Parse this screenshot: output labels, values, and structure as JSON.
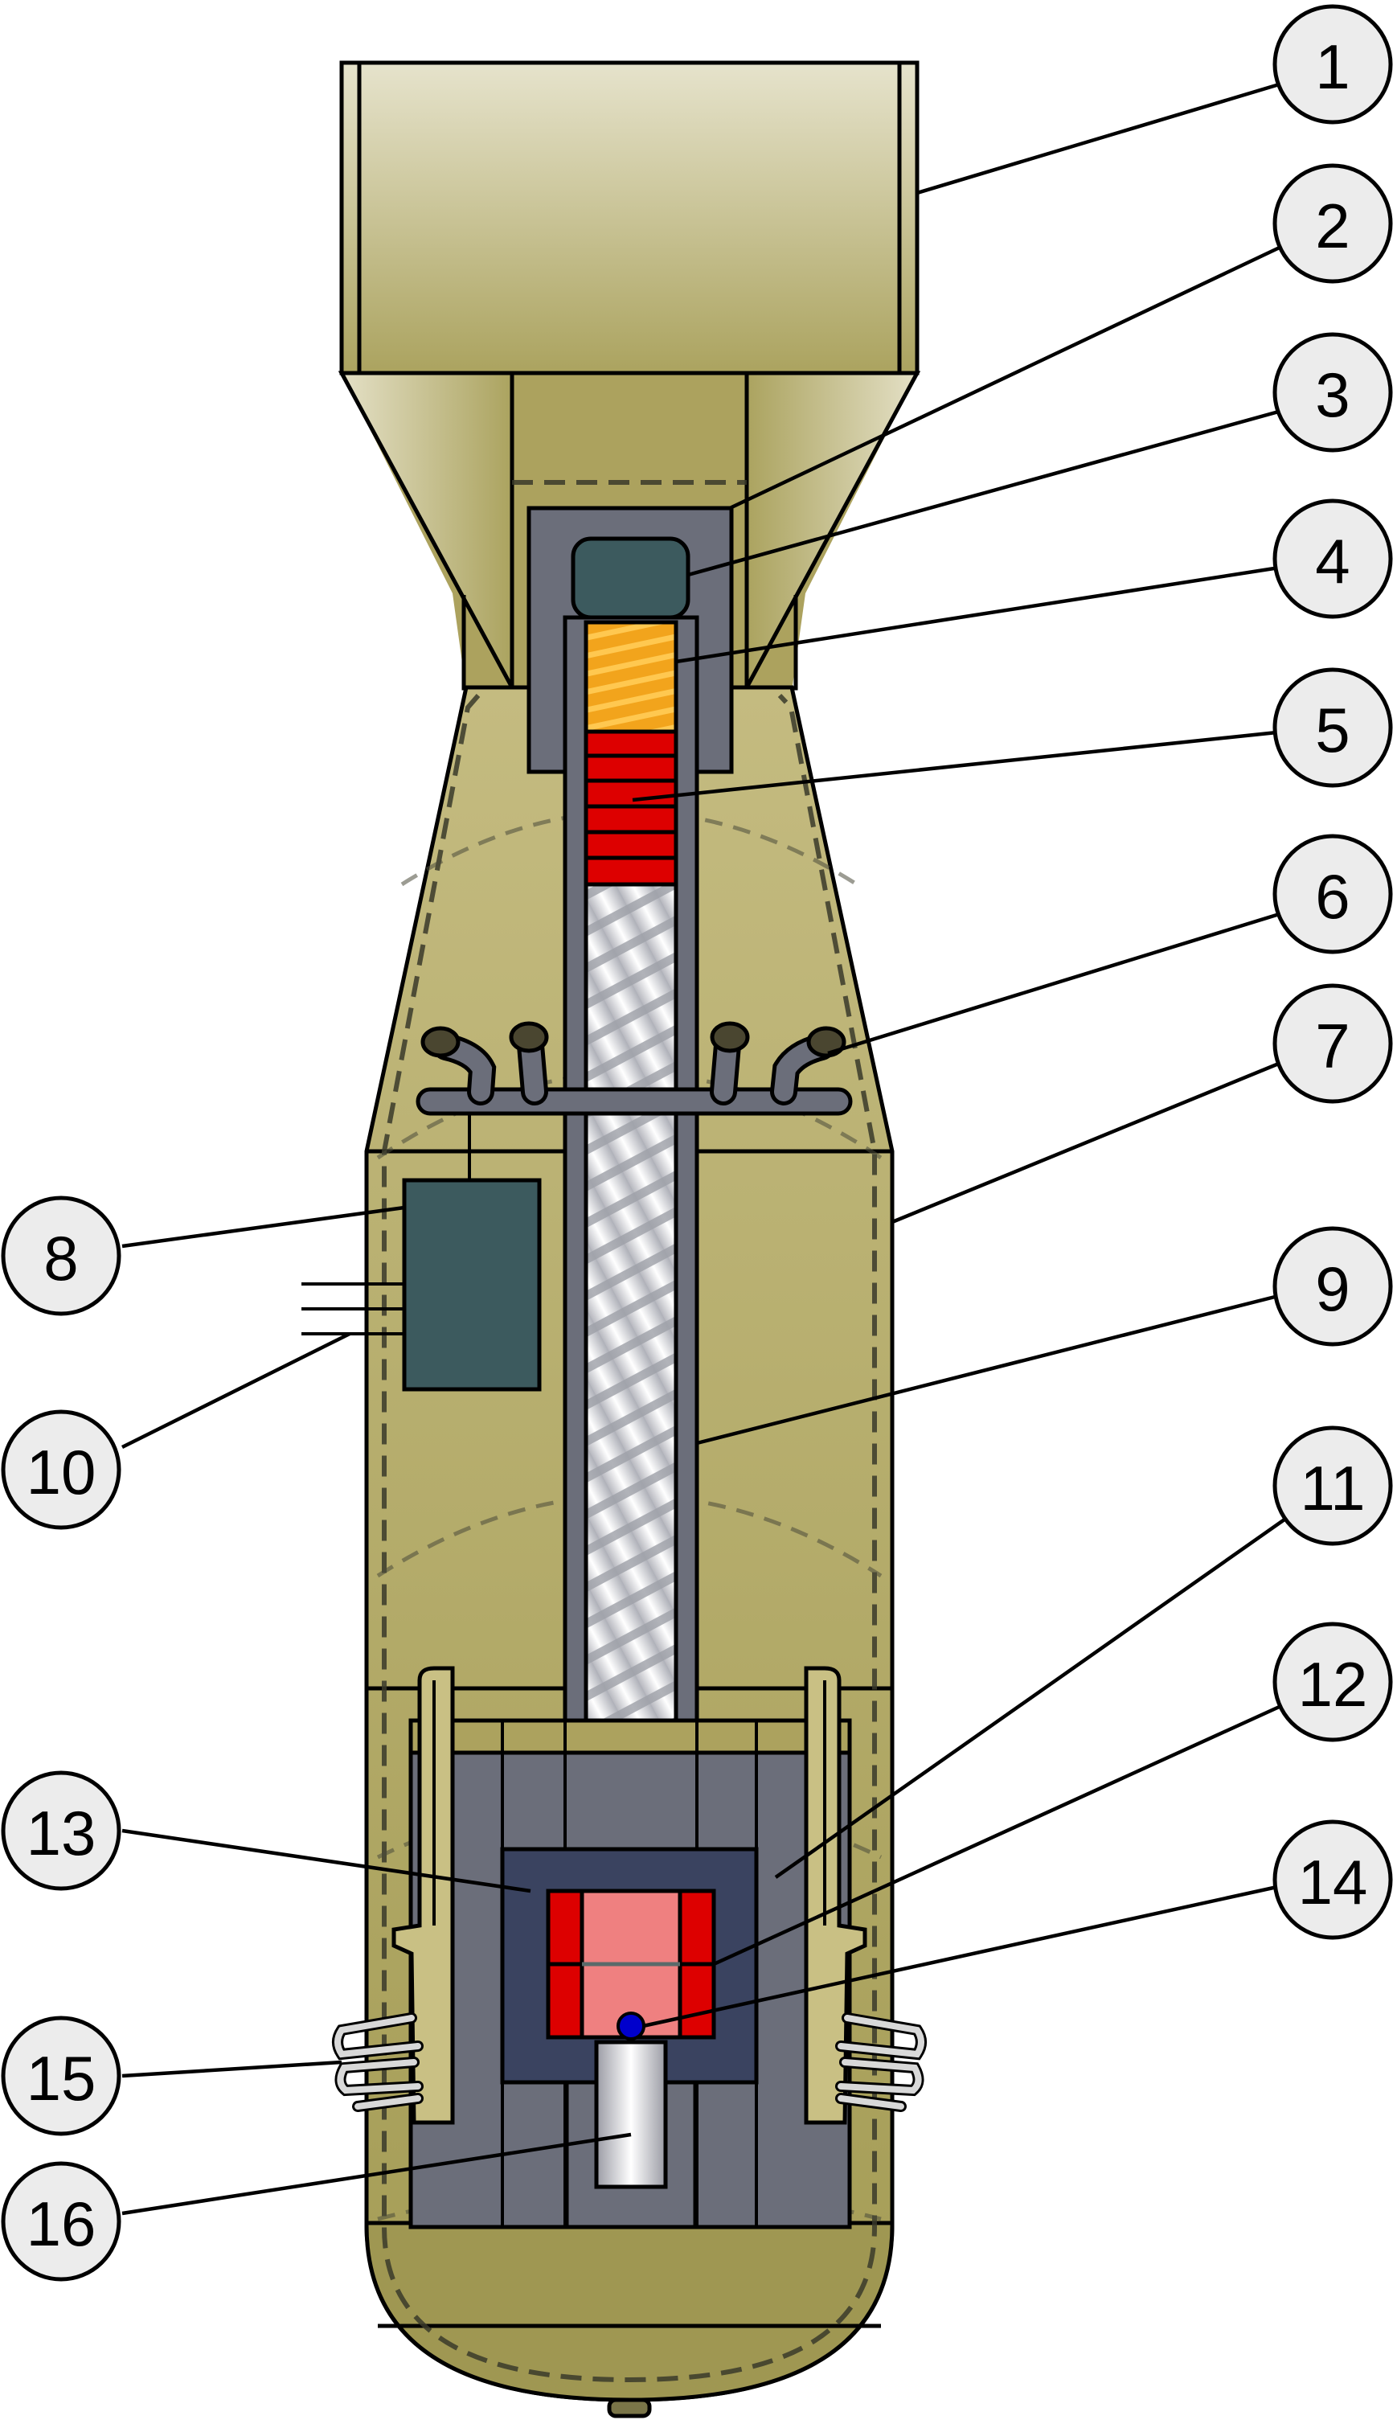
{
  "colors": {
    "casing_olive": "#aca25e",
    "casing_light": "#e2dfc4",
    "casing_dark": "#9d9655",
    "steel_gray": "#6b6e7a",
    "dark_slate": "#3c5a5e",
    "navy_block": "#3a4360",
    "projectile_red": "#dd0000",
    "target_pink": "#ef8080",
    "cordite_orange": "#f0a020",
    "initiator_blue": "#0000cc",
    "bracket_tan": "#c9c084"
  },
  "labels": [
    {
      "id": "1",
      "text": "1"
    },
    {
      "id": "2",
      "text": "2"
    },
    {
      "id": "3",
      "text": "3"
    },
    {
      "id": "4",
      "text": "4"
    },
    {
      "id": "5",
      "text": "5"
    },
    {
      "id": "6",
      "text": "6"
    },
    {
      "id": "7",
      "text": "7"
    },
    {
      "id": "8",
      "text": "8"
    },
    {
      "id": "9",
      "text": "9"
    },
    {
      "id": "10",
      "text": "10"
    },
    {
      "id": "11",
      "text": "11"
    },
    {
      "id": "12",
      "text": "12"
    },
    {
      "id": "13",
      "text": "13"
    },
    {
      "id": "14",
      "text": "14"
    },
    {
      "id": "15",
      "text": "15"
    },
    {
      "id": "16",
      "text": "16"
    }
  ]
}
